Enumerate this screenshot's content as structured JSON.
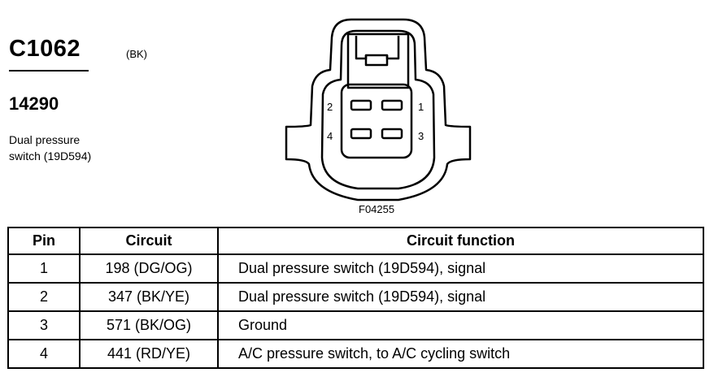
{
  "header": {
    "connector_id": "C1062",
    "connector_color": "(BK)",
    "part_number": "14290",
    "description": [
      "Dual pressure",
      "switch (19D594)"
    ]
  },
  "diagram": {
    "pin_labels": [
      "1",
      "2",
      "3",
      "4"
    ],
    "figure_id": "F04255"
  },
  "table": {
    "headers": [
      "Pin",
      "Circuit",
      "Circuit function"
    ],
    "rows": [
      {
        "pin": "1",
        "circuit": "198 (DG/OG)",
        "function": "Dual pressure switch (19D594), signal"
      },
      {
        "pin": "2",
        "circuit": "347 (BK/YE)",
        "function": "Dual pressure switch (19D594), signal"
      },
      {
        "pin": "3",
        "circuit": "571 (BK/OG)",
        "function": "Ground"
      },
      {
        "pin": "4",
        "circuit": "441 (RD/YE)",
        "function": "A/C pressure switch, to A/C cycling switch"
      }
    ]
  }
}
